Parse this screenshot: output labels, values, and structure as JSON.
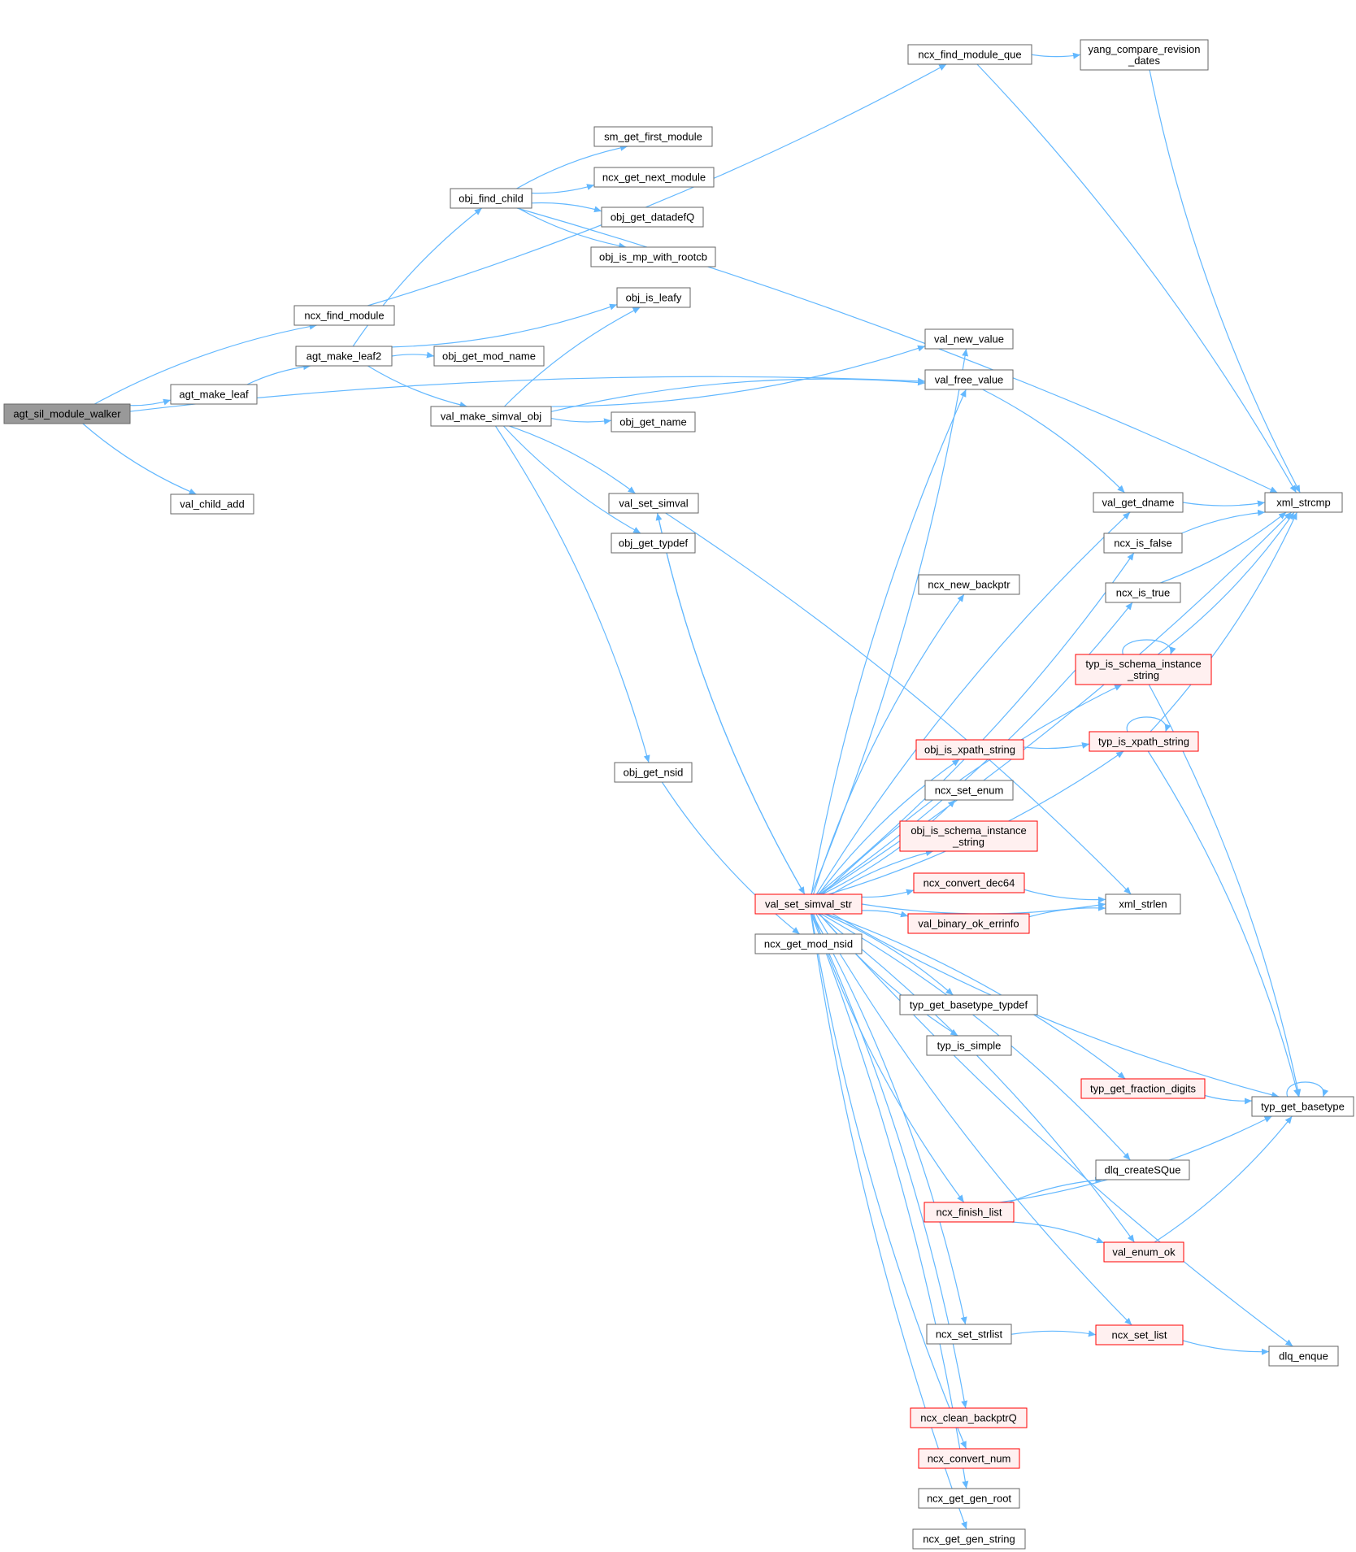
{
  "graph": {
    "colors": {
      "edge": "#63b8ff",
      "box_border": "#666666",
      "box_fill": "#ffffff",
      "root_fill": "#999999",
      "root_border": "#666666",
      "red_border": "#ff0000",
      "red_fill": "#fff0f0",
      "text": "#000000"
    },
    "nodes": [
      {
        "id": "n_walker",
        "lines": [
          "agt_sil_module_walker"
        ],
        "style": "root"
      },
      {
        "id": "n_make_leaf",
        "lines": [
          "agt_make_leaf"
        ],
        "style": "plain"
      },
      {
        "id": "n_child_add",
        "lines": [
          "val_child_add"
        ],
        "style": "plain"
      },
      {
        "id": "n_find_module",
        "lines": [
          "ncx_find_module"
        ],
        "style": "plain"
      },
      {
        "id": "n_make_leaf2",
        "lines": [
          "agt_make_leaf2"
        ],
        "style": "plain"
      },
      {
        "id": "n_find_child",
        "lines": [
          "obj_find_child"
        ],
        "style": "plain"
      },
      {
        "id": "n_make_simval_obj",
        "lines": [
          "val_make_simval_obj"
        ],
        "style": "plain"
      },
      {
        "id": "n_find_module_que",
        "lines": [
          "ncx_find_module_que"
        ],
        "style": "plain"
      },
      {
        "id": "n_yang_compare",
        "lines": [
          "yang_compare_revision",
          "_dates"
        ],
        "style": "plain"
      },
      {
        "id": "n_sm_first",
        "lines": [
          "sm_get_first_module"
        ],
        "style": "plain"
      },
      {
        "id": "n_next_module",
        "lines": [
          "ncx_get_next_module"
        ],
        "style": "plain"
      },
      {
        "id": "n_datadefq",
        "lines": [
          "obj_get_datadefQ"
        ],
        "style": "plain"
      },
      {
        "id": "n_mp_rootcb",
        "lines": [
          "obj_is_mp_with_rootcb"
        ],
        "style": "plain"
      },
      {
        "id": "n_is_leafy",
        "lines": [
          "obj_is_leafy"
        ],
        "style": "plain"
      },
      {
        "id": "n_mod_name",
        "lines": [
          "obj_get_mod_name"
        ],
        "style": "plain"
      },
      {
        "id": "n_get_name",
        "lines": [
          "obj_get_name"
        ],
        "style": "plain"
      },
      {
        "id": "n_set_simval",
        "lines": [
          "val_set_simval"
        ],
        "style": "plain"
      },
      {
        "id": "n_typdef",
        "lines": [
          "obj_get_typdef"
        ],
        "style": "plain"
      },
      {
        "id": "n_nsid",
        "lines": [
          "obj_get_nsid"
        ],
        "style": "plain"
      },
      {
        "id": "n_simval_str",
        "lines": [
          "val_set_simval_str"
        ],
        "style": "red"
      },
      {
        "id": "n_mod_nsid",
        "lines": [
          "ncx_get_mod_nsid"
        ],
        "style": "plain"
      },
      {
        "id": "n_new_value",
        "lines": [
          "val_new_value"
        ],
        "style": "plain"
      },
      {
        "id": "n_free_value",
        "lines": [
          "val_free_value"
        ],
        "style": "plain"
      },
      {
        "id": "n_new_backptr",
        "lines": [
          "ncx_new_backptr"
        ],
        "style": "plain"
      },
      {
        "id": "n_xpath_obj",
        "lines": [
          "obj_is_xpath_string"
        ],
        "style": "red"
      },
      {
        "id": "n_set_enum",
        "lines": [
          "ncx_set_enum"
        ],
        "style": "plain"
      },
      {
        "id": "n_schema_obj",
        "lines": [
          "obj_is_schema_instance",
          "_string"
        ],
        "style": "red"
      },
      {
        "id": "n_dec64",
        "lines": [
          "ncx_convert_dec64"
        ],
        "style": "red"
      },
      {
        "id": "n_binary_ok",
        "lines": [
          "val_binary_ok_errinfo"
        ],
        "style": "red"
      },
      {
        "id": "n_basetype_typdef",
        "lines": [
          "typ_get_basetype_typdef"
        ],
        "style": "plain"
      },
      {
        "id": "n_is_simple",
        "lines": [
          "typ_is_simple"
        ],
        "style": "plain"
      },
      {
        "id": "n_finish_list",
        "lines": [
          "ncx_finish_list"
        ],
        "style": "red"
      },
      {
        "id": "n_set_strlist",
        "lines": [
          "ncx_set_strlist"
        ],
        "style": "plain"
      },
      {
        "id": "n_clean_backptr",
        "lines": [
          "ncx_clean_backptrQ"
        ],
        "style": "red"
      },
      {
        "id": "n_convert_num",
        "lines": [
          "ncx_convert_num"
        ],
        "style": "red"
      },
      {
        "id": "n_gen_root",
        "lines": [
          "ncx_get_gen_root"
        ],
        "style": "plain"
      },
      {
        "id": "n_gen_string",
        "lines": [
          "ncx_get_gen_string"
        ],
        "style": "plain"
      },
      {
        "id": "n_get_dname",
        "lines": [
          "val_get_dname"
        ],
        "style": "plain"
      },
      {
        "id": "n_is_false",
        "lines": [
          "ncx_is_false"
        ],
        "style": "plain"
      },
      {
        "id": "n_is_true",
        "lines": [
          "ncx_is_true"
        ],
        "style": "plain"
      },
      {
        "id": "n_schema_typ",
        "lines": [
          "typ_is_schema_instance",
          "_string"
        ],
        "style": "red"
      },
      {
        "id": "n_xpath_typ",
        "lines": [
          "typ_is_xpath_string"
        ],
        "style": "red"
      },
      {
        "id": "n_xml_strlen",
        "lines": [
          "xml_strlen"
        ],
        "style": "plain"
      },
      {
        "id": "n_fraction",
        "lines": [
          "typ_get_fraction_digits"
        ],
        "style": "red"
      },
      {
        "id": "n_create_sque",
        "lines": [
          "dlq_createSQue"
        ],
        "style": "plain"
      },
      {
        "id": "n_enum_ok",
        "lines": [
          "val_enum_ok"
        ],
        "style": "red"
      },
      {
        "id": "n_set_list",
        "lines": [
          "ncx_set_list"
        ],
        "style": "red"
      },
      {
        "id": "n_xml_strcmp",
        "lines": [
          "xml_strcmp"
        ],
        "style": "plain"
      },
      {
        "id": "n_get_basetype",
        "lines": [
          "typ_get_basetype"
        ],
        "style": "plain"
      },
      {
        "id": "n_dlq_enque",
        "lines": [
          "dlq_enque"
        ],
        "style": "plain"
      }
    ],
    "edges": [
      [
        "n_walker",
        "n_find_module"
      ],
      [
        "n_walker",
        "n_make_leaf"
      ],
      [
        "n_walker",
        "n_free_value"
      ],
      [
        "n_walker",
        "n_child_add"
      ],
      [
        "n_make_leaf",
        "n_make_leaf2"
      ],
      [
        "n_find_module",
        "n_find_module_que"
      ],
      [
        "n_make_leaf2",
        "n_find_child"
      ],
      [
        "n_make_leaf2",
        "n_is_leafy"
      ],
      [
        "n_make_leaf2",
        "n_mod_name"
      ],
      [
        "n_make_leaf2",
        "n_make_simval_obj"
      ],
      [
        "n_find_child",
        "n_sm_first"
      ],
      [
        "n_find_child",
        "n_next_module"
      ],
      [
        "n_find_child",
        "n_datadefq"
      ],
      [
        "n_find_child",
        "n_mp_rootcb"
      ],
      [
        "n_find_child",
        "n_xml_strcmp"
      ],
      [
        "n_find_module_que",
        "n_yang_compare"
      ],
      [
        "n_find_module_que",
        "n_xml_strcmp"
      ],
      [
        "n_yang_compare",
        "n_xml_strcmp"
      ],
      [
        "n_make_simval_obj",
        "n_is_leafy"
      ],
      [
        "n_make_simval_obj",
        "n_new_value"
      ],
      [
        "n_make_simval_obj",
        "n_free_value"
      ],
      [
        "n_make_simval_obj",
        "n_get_name"
      ],
      [
        "n_make_simval_obj",
        "n_set_simval"
      ],
      [
        "n_make_simval_obj",
        "n_typdef"
      ],
      [
        "n_make_simval_obj",
        "n_nsid"
      ],
      [
        "n_set_simval",
        "n_simval_str"
      ],
      [
        "n_set_simval",
        "n_xml_strlen"
      ],
      [
        "n_nsid",
        "n_mod_nsid"
      ],
      [
        "n_simval_str",
        "n_set_simval"
      ],
      [
        "n_simval_str",
        "n_new_value"
      ],
      [
        "n_simval_str",
        "n_free_value"
      ],
      [
        "n_simval_str",
        "n_xml_strcmp"
      ],
      [
        "n_simval_str",
        "n_get_dname"
      ],
      [
        "n_simval_str",
        "n_is_false"
      ],
      [
        "n_simval_str",
        "n_new_backptr"
      ],
      [
        "n_simval_str",
        "n_is_true"
      ],
      [
        "n_simval_str",
        "n_schema_typ"
      ],
      [
        "n_simval_str",
        "n_xpath_typ"
      ],
      [
        "n_simval_str",
        "n_xpath_obj"
      ],
      [
        "n_simval_str",
        "n_set_enum"
      ],
      [
        "n_simval_str",
        "n_schema_obj"
      ],
      [
        "n_simval_str",
        "n_dec64"
      ],
      [
        "n_simval_str",
        "n_binary_ok"
      ],
      [
        "n_simval_str",
        "n_xml_strlen"
      ],
      [
        "n_simval_str",
        "n_basetype_typdef"
      ],
      [
        "n_simval_str",
        "n_is_simple"
      ],
      [
        "n_simval_str",
        "n_fraction"
      ],
      [
        "n_simval_str",
        "n_get_basetype"
      ],
      [
        "n_simval_str",
        "n_create_sque"
      ],
      [
        "n_simval_str",
        "n_finish_list"
      ],
      [
        "n_simval_str",
        "n_enum_ok"
      ],
      [
        "n_simval_str",
        "n_set_list"
      ],
      [
        "n_simval_str",
        "n_set_strlist"
      ],
      [
        "n_simval_str",
        "n_dlq_enque"
      ],
      [
        "n_simval_str",
        "n_clean_backptr"
      ],
      [
        "n_simval_str",
        "n_convert_num"
      ],
      [
        "n_simval_str",
        "n_gen_root"
      ],
      [
        "n_simval_str",
        "n_gen_string"
      ],
      [
        "n_free_value",
        "n_get_dname"
      ],
      [
        "n_get_dname",
        "n_xml_strcmp"
      ],
      [
        "n_is_false",
        "n_xml_strcmp"
      ],
      [
        "n_is_true",
        "n_xml_strcmp"
      ],
      [
        "n_schema_typ",
        "n_schema_typ"
      ],
      [
        "n_schema_typ",
        "n_xml_strcmp"
      ],
      [
        "n_schema_typ",
        "n_get_basetype"
      ],
      [
        "n_xpath_obj",
        "n_xpath_typ"
      ],
      [
        "n_xpath_typ",
        "n_xpath_typ"
      ],
      [
        "n_xpath_typ",
        "n_xml_strcmp"
      ],
      [
        "n_xpath_typ",
        "n_get_basetype"
      ],
      [
        "n_dec64",
        "n_xml_strlen"
      ],
      [
        "n_binary_ok",
        "n_xml_strlen"
      ],
      [
        "n_fraction",
        "n_get_basetype"
      ],
      [
        "n_finish_list",
        "n_create_sque"
      ],
      [
        "n_finish_list",
        "n_get_basetype"
      ],
      [
        "n_finish_list",
        "n_enum_ok"
      ],
      [
        "n_enum_ok",
        "n_get_basetype"
      ],
      [
        "n_set_strlist",
        "n_set_list"
      ],
      [
        "n_set_list",
        "n_dlq_enque"
      ],
      [
        "n_get_basetype",
        "n_get_basetype"
      ]
    ]
  }
}
